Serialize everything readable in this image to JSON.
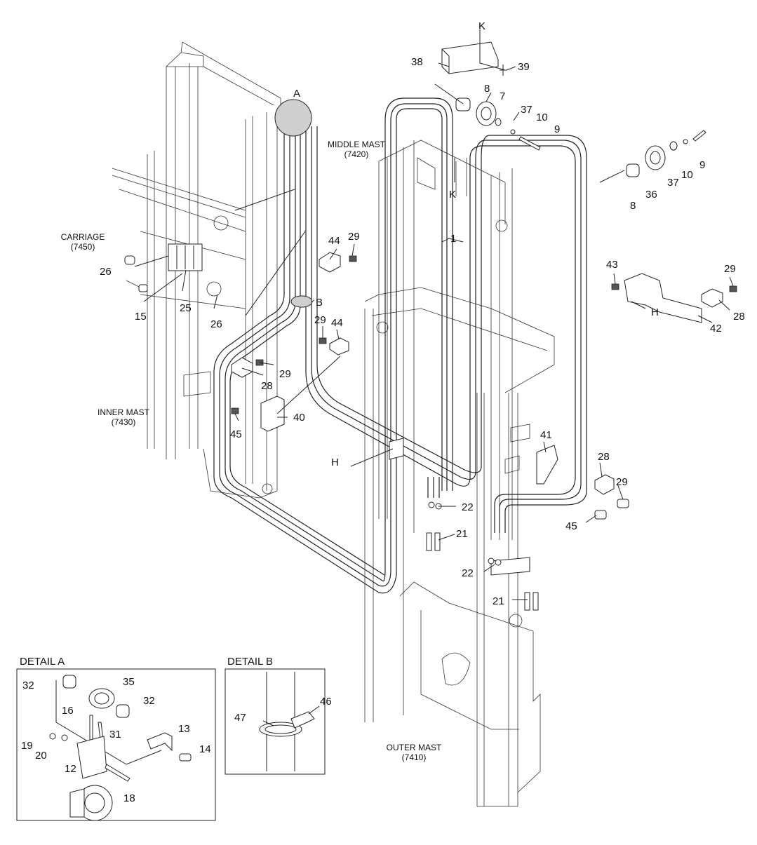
{
  "structures": {
    "middle_mast": {
      "name": "MIDDLE MAST",
      "code": "(7420)"
    },
    "carriage": {
      "name": "CARRIAGE",
      "code": "(7450)"
    },
    "inner_mast": {
      "name": "INNER MAST",
      "code": "(7430)"
    },
    "outer_mast": {
      "name": "OUTER MAST",
      "code": "(7410)"
    }
  },
  "details": {
    "a": {
      "title": "DETAIL A"
    },
    "b": {
      "title": "DETAIL B"
    }
  },
  "callouts": {
    "A": "A",
    "B": "B",
    "K_top": "K",
    "K_mid": "K",
    "H_right": "H",
    "H_left": "H",
    "p38": "38",
    "p39": "39",
    "p8_top": "8",
    "p7": "7",
    "p37_top": "37",
    "p10_top": "10",
    "p9_top": "9",
    "p9_right": "9",
    "p10_right": "10",
    "p37_right": "37",
    "p36": "36",
    "p8_right": "8",
    "p1": "1",
    "p44_top": "44",
    "p29_top": "29",
    "p26_left": "26",
    "p15": "15",
    "p25": "25",
    "p26_mid": "26",
    "p43": "43",
    "p29_right": "29",
    "p28_right": "28",
    "p42": "42",
    "p29_mid": "29",
    "p44_mid": "44",
    "p28_mid": "28",
    "p29_mid2": "29",
    "p40": "40",
    "p45_left": "45",
    "p41": "41",
    "p28_low": "28",
    "p29_low": "29",
    "p45_low": "45",
    "p22_top": "22",
    "p21_top": "21",
    "p22_low": "22",
    "p21_low": "21",
    "d32_left": "32",
    "d35": "35",
    "d32_right": "32",
    "d16": "16",
    "d31": "31",
    "d13": "13",
    "d14": "14",
    "d19": "19",
    "d20": "20",
    "d12": "12",
    "d18": "18",
    "d47": "47",
    "d46": "46"
  }
}
